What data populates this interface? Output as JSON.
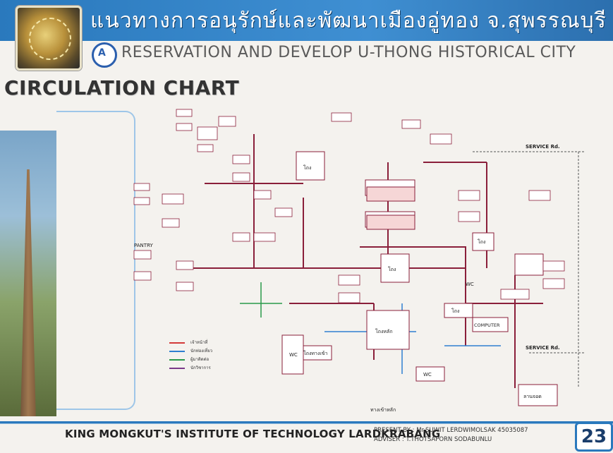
{
  "header": {
    "thai_title": "แนวทางการอนุรักษ์และพัฒนาเมืองอู่ทอง จ.สุพรรณบุรี",
    "english_title": "RESERVATION AND DEVELOP U-THONG HISTORICAL CITY",
    "logo_badge_text": "A"
  },
  "page": {
    "chart_title": "CIRCULATION CHART"
  },
  "diagram": {
    "service_label_1": "SERVICE Rd.",
    "service_label_2": "SERVICE Rd.",
    "lobby_1": "โถง",
    "lobby_2": "โถง",
    "lobby_3": "โถง",
    "lobby_4": "โถง",
    "lobby_main": "โถงหลัก",
    "lobby_entrance": "โถงทางเข้า",
    "computer": "COMPUTER",
    "wc_1": "WC",
    "wc_2": "WC",
    "wc_3": "WC",
    "entrance": "ทางเข้าหลัก",
    "parking": "ลานจอด",
    "pantry": "PANTRY"
  },
  "legend": {
    "items": [
      {
        "label": "เจ้าหน้าที่",
        "color": "#d33a3a"
      },
      {
        "label": "นักท่องเที่ยว",
        "color": "#2e7fd0"
      },
      {
        "label": "ผู้มาติดต่อ",
        "color": "#2a9a4a"
      },
      {
        "label": "นักวิชาการ",
        "color": "#7a3a8a"
      }
    ]
  },
  "footer": {
    "institution": "KING MONGKUT'S INSTITUTE OF TECHNOLOGY LARDKRABANG",
    "present_by": "PRESENT BY : Mr.SUWIT  LERDWIMOLSAK  45035087",
    "adviser": "ADVISER : T.THOTSAPORN  SODABUNLU",
    "page_number": "23"
  },
  "colors": {
    "banner": "#2a79bd",
    "flow_main": "#8a1f3a",
    "flow_blue": "#2e7fd0"
  }
}
